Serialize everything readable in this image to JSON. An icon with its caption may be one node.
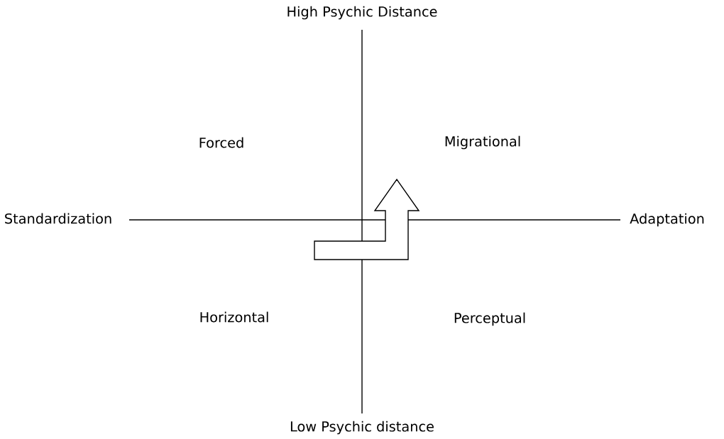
{
  "diagram": {
    "labels": [
      "High Psychic Distance",
      "Forced",
      "Migrational",
      "Standardization",
      "Adaptation",
      "Horizontal",
      "Perceptual",
      "Low Psychic distance"
    ]
  }
}
